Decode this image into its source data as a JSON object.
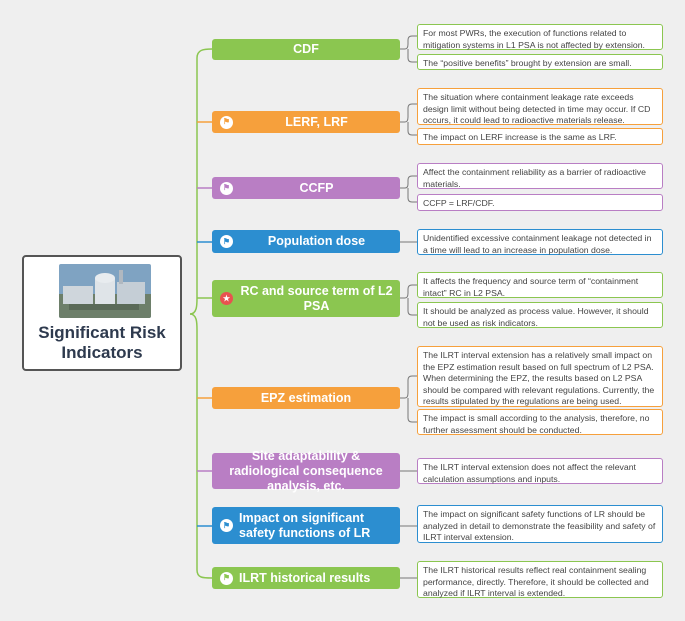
{
  "root": {
    "title": "Significant Risk Indicators"
  },
  "topics": [
    {
      "label": "CDF",
      "color": "#8bc650",
      "notes": [
        "For most PWRs, the execution of functions related to mitigation systems in L1 PSA is not affected by extension.",
        "The “positive benefits” brought by extension are small."
      ]
    },
    {
      "label": "LERF, LRF",
      "color": "#f6a03c",
      "notes": [
        "The situation where containment leakage rate exceeds design limit without being detected in time may occur. If CD occurs, it could lead to radioactive materials release.",
        "The impact on LERF increase is the same as LRF."
      ]
    },
    {
      "label": "CCFP",
      "color": "#b97ec4",
      "notes": [
        "Affect the containment reliability as a barrier of radioactive materials.",
        "CCFP = LRF/CDF."
      ]
    },
    {
      "label": "Population dose",
      "color": "#2c8ed0",
      "notes": [
        "Unidentified excessive containment leakage not detected in a time will lead to an increase in population dose."
      ]
    },
    {
      "label": "RC and source term of L2 PSA",
      "color": "#8bc650",
      "notes": [
        "It affects the frequency and source term of “containment intact” RC in L2 PSA.",
        "It should be analyzed as process value. However, it should not be used as risk indicators."
      ]
    },
    {
      "label": "EPZ estimation",
      "color": "#f6a03c",
      "notes": [
        "The ILRT interval extension has a relatively small impact on the EPZ estimation result based on full spectrum of L2 PSA. When determining the EPZ, the results based on L2 PSA should be compared with relevant regulations. Currently, the results stipulated by the regulations are being used.",
        "The impact is small according to the analysis, therefore, no further assessment should be conducted."
      ]
    },
    {
      "label": "Site adaptability & radiological consequence analysis, etc.",
      "color": "#b97ec4",
      "notes": [
        "The ILRT interval extension does not affect the relevant calculation assumptions and inputs."
      ]
    },
    {
      "label": "Impact on significant safety functions of LR",
      "color": "#2c8ed0",
      "notes": [
        "The impact on significant safety functions of LR should be analyzed in detail to demonstrate the feasibility and safety of ILRT interval extension."
      ]
    },
    {
      "label": "ILRT historical results",
      "color": "#8bc650",
      "notes": [
        "The ILRT historical results reflect real containment sealing performance, directly. Therefore, it should be collected and analyzed if ILRT interval is extended."
      ]
    }
  ]
}
